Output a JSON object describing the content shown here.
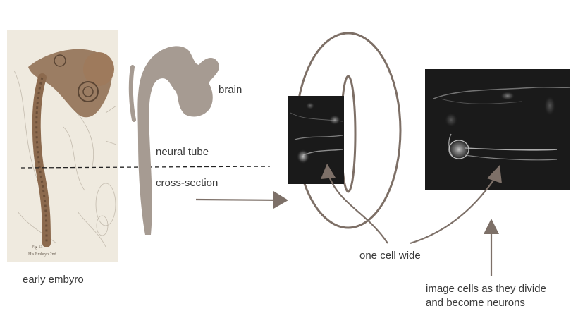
{
  "labels": {
    "early_embryo": "early embyro",
    "brain": "brain",
    "neural_tube": "neural tube",
    "cross_section": "cross-section",
    "one_cell_wide": "one cell wide",
    "image_cells_line1": "image cells as they divide",
    "image_cells_line2": "and become neurons"
  },
  "colors": {
    "silhouette": "#a69b92",
    "ring": "#7d6f66",
    "arrow": "#7d7068",
    "dashed_line": "#222222",
    "micrograph_bg": "#1a1a1a",
    "embryo_bg": "#efeadf",
    "embryo_brown": "#8c6a4e"
  }
}
